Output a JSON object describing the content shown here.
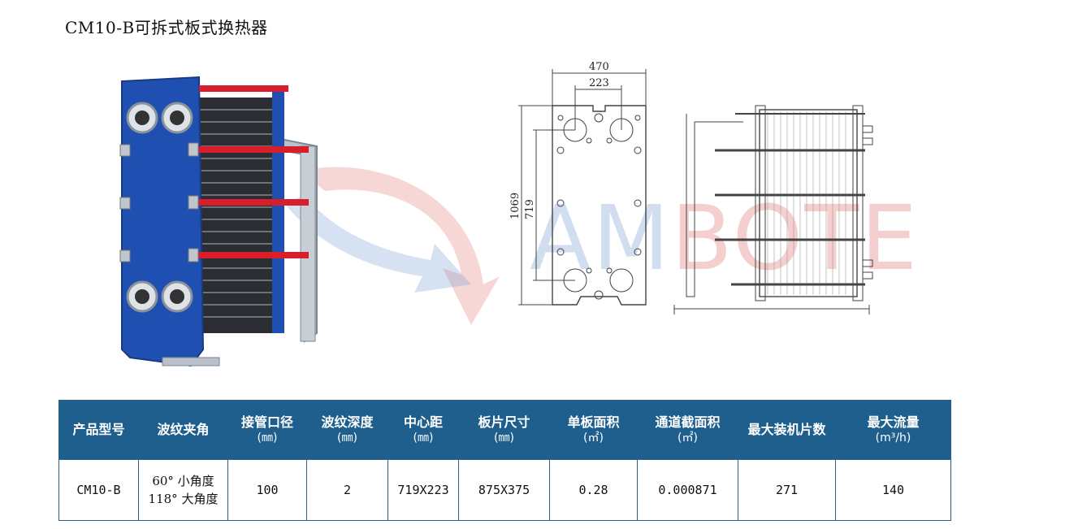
{
  "title": "CM10-B可拆式板式换热器",
  "watermark": {
    "part1": "AM",
    "part2": "BOTE"
  },
  "drawing": {
    "dim_width_outer": "470",
    "dim_width_inner": "223",
    "dim_height_outer": "1069",
    "dim_height_inner": "719"
  },
  "table": {
    "headers": [
      {
        "label": "产品型号",
        "unit": ""
      },
      {
        "label": "波纹夹角",
        "unit": ""
      },
      {
        "label": "接管口径",
        "unit": "(㎜)"
      },
      {
        "label": "波纹深度",
        "unit": "(㎜)"
      },
      {
        "label": "中心距",
        "unit": "(㎜)"
      },
      {
        "label": "板片尺寸",
        "unit": "(㎜)"
      },
      {
        "label": "单板面积",
        "unit": "(㎡)"
      },
      {
        "label": "通道截面积",
        "unit": "(㎡)"
      },
      {
        "label": "最大装机片数",
        "unit": ""
      },
      {
        "label": "最大流量",
        "unit": "(m³/h)"
      }
    ],
    "row": {
      "model": "CM10-B",
      "angle_small": "60° 小角度",
      "angle_large": "118° 大角度",
      "port": "100",
      "depth": "2",
      "center_distance": "719X223",
      "plate_size": "875X375",
      "plate_area": "0.28",
      "channel_area": "0.000871",
      "max_plates": "271",
      "max_flow": "140"
    }
  },
  "colors": {
    "header_bg": "#1e5f8e",
    "frame_blue": "#1f4fb0",
    "bolt_red": "#d81e2a"
  }
}
